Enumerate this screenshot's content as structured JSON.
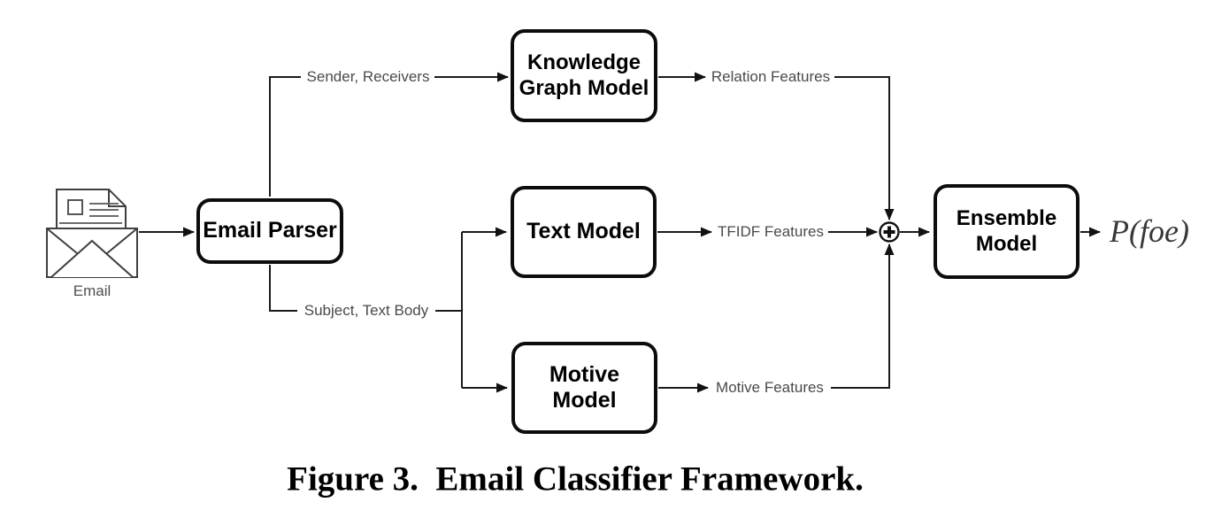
{
  "figure": {
    "caption": "Figure 3.  Email Classifier Framework.",
    "output_label": "P(foe)"
  },
  "nodes": {
    "email_parser": "Email Parser",
    "knowledge_graph_model": "Knowledge\nGraph Model",
    "text_model": "Text Model",
    "motive_model": "Motive Model",
    "ensemble_model": "Ensemble\nModel"
  },
  "edge_labels": {
    "sender_receivers": "Sender, Receivers",
    "subject_text_body": "Subject, Text Body",
    "relation_features": "Relation Features",
    "tfidf_features": "TFIDF Features",
    "motive_features": "Motive Features"
  },
  "icons": {
    "email": "open-envelope-with-letter",
    "email_label": "Email",
    "sum_junction": "plus-circle"
  },
  "colors": {
    "background": "#ffffff",
    "line": "#1a1a1a",
    "box_border": "#0c0c0c",
    "box_text": "#000000",
    "edge_label_text": "#4a4a4a",
    "icon_stroke": "#3f3f3f",
    "output_text": "#383838"
  }
}
